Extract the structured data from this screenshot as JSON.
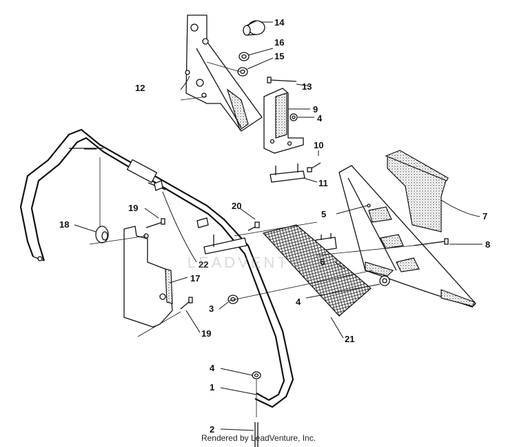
{
  "diagram": {
    "callouts": [
      {
        "id": "c14",
        "text": "14"
      },
      {
        "id": "c16",
        "text": "16"
      },
      {
        "id": "c15",
        "text": "15"
      },
      {
        "id": "c12",
        "text": "12"
      },
      {
        "id": "c13",
        "text": "13"
      },
      {
        "id": "c9",
        "text": "9"
      },
      {
        "id": "c4a",
        "text": "4"
      },
      {
        "id": "c10",
        "text": "10"
      },
      {
        "id": "c11",
        "text": "11"
      },
      {
        "id": "c7",
        "text": "7"
      },
      {
        "id": "c5",
        "text": "5"
      },
      {
        "id": "c20",
        "text": "20"
      },
      {
        "id": "c19a",
        "text": "19"
      },
      {
        "id": "c18",
        "text": "18"
      },
      {
        "id": "c8",
        "text": "8"
      },
      {
        "id": "c6",
        "text": "6"
      },
      {
        "id": "c22",
        "text": "22"
      },
      {
        "id": "c17",
        "text": "17"
      },
      {
        "id": "c3",
        "text": "3"
      },
      {
        "id": "c4b",
        "text": "4"
      },
      {
        "id": "c19b",
        "text": "19"
      },
      {
        "id": "c21",
        "text": "21"
      },
      {
        "id": "c4c",
        "text": "4"
      },
      {
        "id": "c1",
        "text": "1"
      },
      {
        "id": "c2",
        "text": "2"
      }
    ]
  },
  "watermark": {
    "text": "LEADVENTURE"
  },
  "footer": {
    "credit": "Rendered by LeadVenture, Inc."
  },
  "colors": {
    "line": "#111111",
    "background": "#ffffff"
  }
}
